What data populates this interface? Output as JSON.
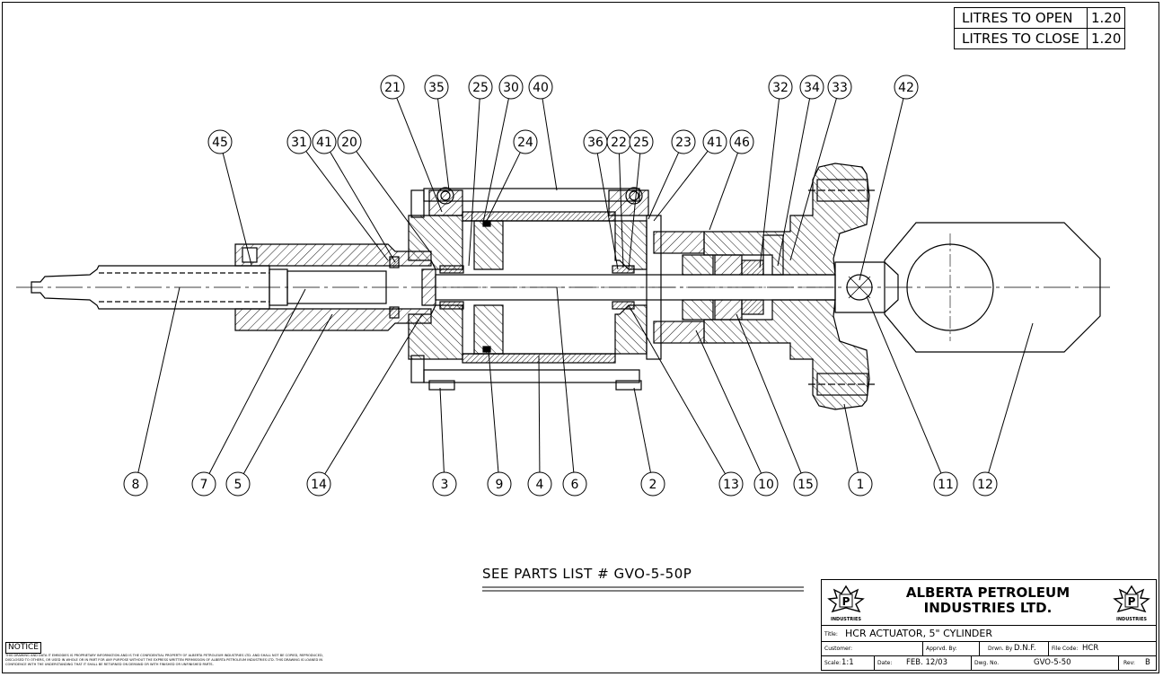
{
  "litres": [
    {
      "label": "LITRES TO OPEN",
      "value": "1.20"
    },
    {
      "label": "LITRES TO CLOSE",
      "value": "1.20"
    }
  ],
  "see_parts": "SEE PARTS LIST # GVO-5-50P",
  "notice": {
    "label": "NOTICE",
    "text": "THIS DRAWING AND DATA IT EMBODIES IS PROPRIETARY INFORMATION AND IS THE CONFIDENTIAL PROPERTY OF ALBERTA PETROLEUM INDUSTRIES LTD. AND SHALL NOT BE COPIED, REPRODUCED, DISCLOSED TO OTHERS, OR USED IN WHOLE OR IN PART FOR ANY PURPOSE WITHOUT THE EXPRESS WRITTEN PERMISSION OF ALBERTA PETROLEUM INDUSTRIES LTD. THIS DRAWING IS LOANED IN CONFIDENCE WITH THE UNDERSTANDING THAT IT SHALL BE RETURNED ON DEMAND OR WITH FINISHED OR UNFINISHED PARTS."
  },
  "title_block": {
    "company_line1": "ALBERTA PETROLEUM",
    "company_line2": "INDUSTRIES LTD.",
    "logo_letter": "P",
    "logo_label": "INDUSTRIES",
    "title_label": "Title:",
    "title": "HCR ACTUATOR, 5\" CYLINDER",
    "customer_label": "Customer:",
    "customer": "",
    "apprvd_label": "Apprvd. By:",
    "apprvd": "",
    "drwn_label": "Drwn. By",
    "drwn": "D.N.F.",
    "filecode_label": "File Code:",
    "filecode": "HCR",
    "scale_label": "Scale:",
    "scale": "1:1",
    "date_label": "Date:",
    "date": "FEB. 12/03",
    "dwg_label": "Dwg. No.",
    "dwg": "GVO-5-50",
    "rev_label": "Rev:",
    "rev": "B"
  },
  "balloons_top": [
    "45",
    "31",
    "41",
    "20",
    "21",
    "35",
    "25",
    "30",
    "40",
    "24",
    "36",
    "22",
    "25",
    "23",
    "41",
    "46",
    "32",
    "34",
    "33",
    "42"
  ],
  "balloons_bottom": [
    "8",
    "7",
    "5",
    "14",
    "3",
    "9",
    "4",
    "6",
    "2",
    "13",
    "10",
    "15",
    "1",
    "11",
    "12"
  ]
}
